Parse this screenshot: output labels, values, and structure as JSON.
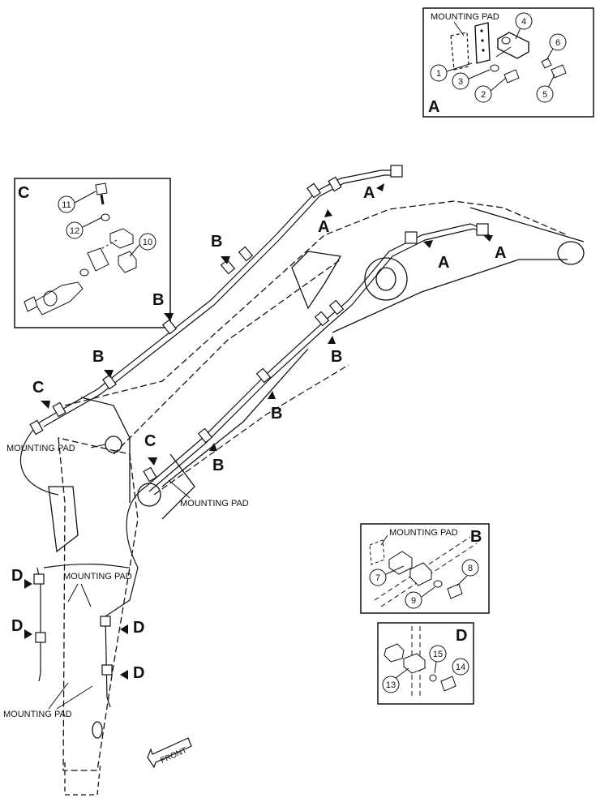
{
  "labels": {
    "mounting_pad": "MOUNTING PAD",
    "front": "FRONT"
  },
  "panels": {
    "A": {
      "letter": "A",
      "part_numbers": [
        "1",
        "2",
        "3",
        "4",
        "5",
        "6"
      ]
    },
    "B": {
      "letter": "B",
      "part_numbers": [
        "7",
        "8",
        "9"
      ]
    },
    "C": {
      "letter": "C",
      "part_numbers": [
        "10",
        "11",
        "12"
      ]
    },
    "D": {
      "letter": "D",
      "part_numbers": [
        "13",
        "14",
        "15"
      ]
    }
  },
  "main_pointers": {
    "A": "A",
    "B": "B",
    "C": "C",
    "D": "D"
  }
}
